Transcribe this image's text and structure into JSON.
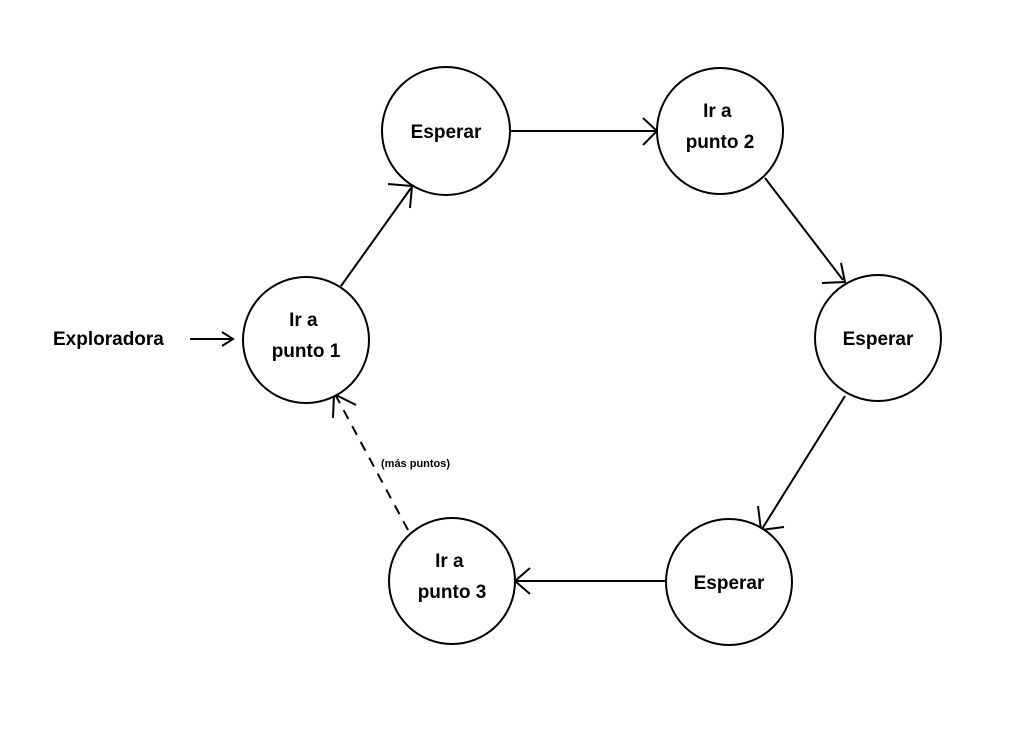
{
  "diagram": {
    "start_label": "Exploradora",
    "nodes": {
      "n1": [
        "Ir a",
        "punto 1"
      ],
      "n2": [
        "Esperar"
      ],
      "n3": [
        "Ir a",
        "punto 2"
      ],
      "n4": [
        "Esperar"
      ],
      "n5": [
        "Esperar"
      ],
      "n6": [
        "Ir a",
        "punto 3"
      ]
    },
    "edges": [
      {
        "from": "n1",
        "to": "n2"
      },
      {
        "from": "n2",
        "to": "n3"
      },
      {
        "from": "n3",
        "to": "n4"
      },
      {
        "from": "n4",
        "to": "n5"
      },
      {
        "from": "n5",
        "to": "n6"
      },
      {
        "from": "n6",
        "to": "n1",
        "dashed": true,
        "label": "(más puntos)"
      }
    ],
    "colors": {
      "stroke": "#000000",
      "background": "#ffffff"
    }
  }
}
